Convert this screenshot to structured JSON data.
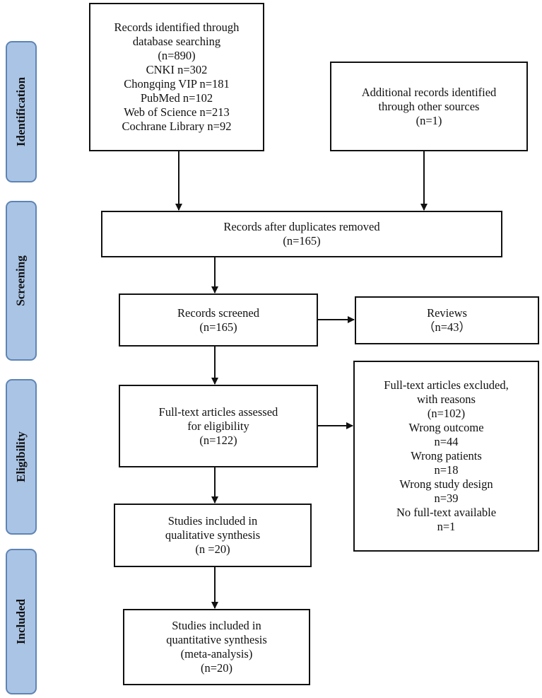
{
  "phases": {
    "identification": "Identification",
    "screening": "Screening",
    "eligibility": "Eligibility",
    "included": "Included"
  },
  "boxes": {
    "database_search": [
      "Records identified through",
      "database searching",
      "(n=890)",
      "CNKI n=302",
      "Chongqing VIP n=181",
      "PubMed n=102",
      "Web of Science n=213",
      "Cochrane Library n=92"
    ],
    "other_sources": [
      "Additional records identified",
      "through other sources",
      "(n=1)"
    ],
    "after_duplicates": [
      "Records after duplicates removed",
      "(n=165)"
    ],
    "screened": [
      "Records screened",
      "(n=165)"
    ],
    "reviews": [
      "Reviews",
      "（n=43）"
    ],
    "full_text_assessed": [
      "Full-text articles assessed",
      "for eligibility",
      "(n=122)"
    ],
    "full_text_excluded": [
      "Full-text articles excluded,",
      "with reasons",
      "(n=102)",
      "Wrong outcome",
      "n=44",
      "Wrong patients",
      "n=18",
      "Wrong study design",
      "n=39",
      "No full-text available",
      "n=1"
    ],
    "qualitative": [
      "Studies included in",
      "qualitative synthesis",
      "(n =20)"
    ],
    "quantitative": [
      "Studies included in",
      "quantitative synthesis",
      "(meta-analysis)",
      "(n=20)"
    ]
  }
}
